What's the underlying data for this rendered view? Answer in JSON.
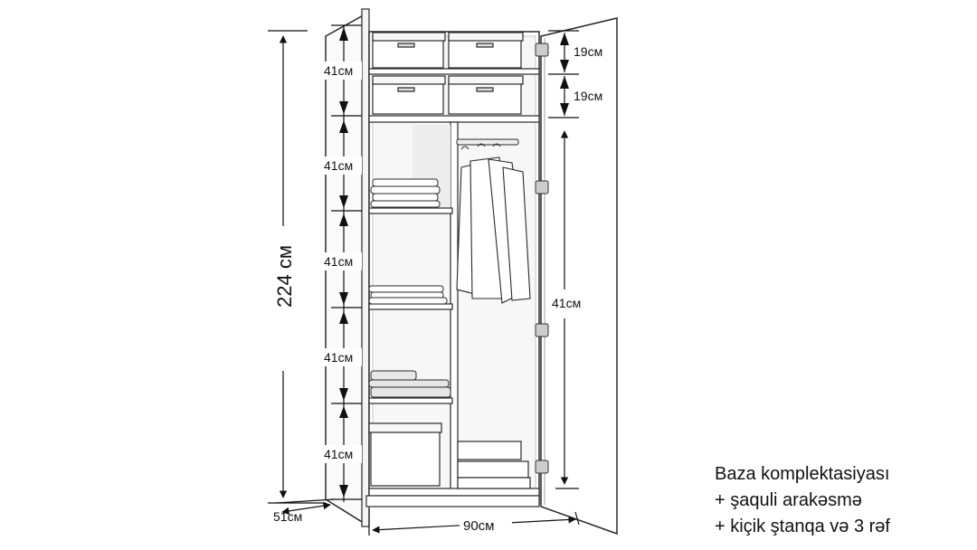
{
  "dimensions": {
    "total_height": "224 см",
    "section_height": "41см",
    "top_shelf_gap": "19см",
    "door_inner_height": "41см",
    "depth": "51см",
    "width": "90см"
  },
  "caption": {
    "line1": "Baza komplektasiyası",
    "line2": "+ şaquli arakəsmə",
    "line3": "+ kiçik ştanqa və 3 rəf"
  },
  "colors": {
    "line": "#2a2a2a",
    "panel": "#ffffff",
    "shade": "#f2f2f2"
  }
}
